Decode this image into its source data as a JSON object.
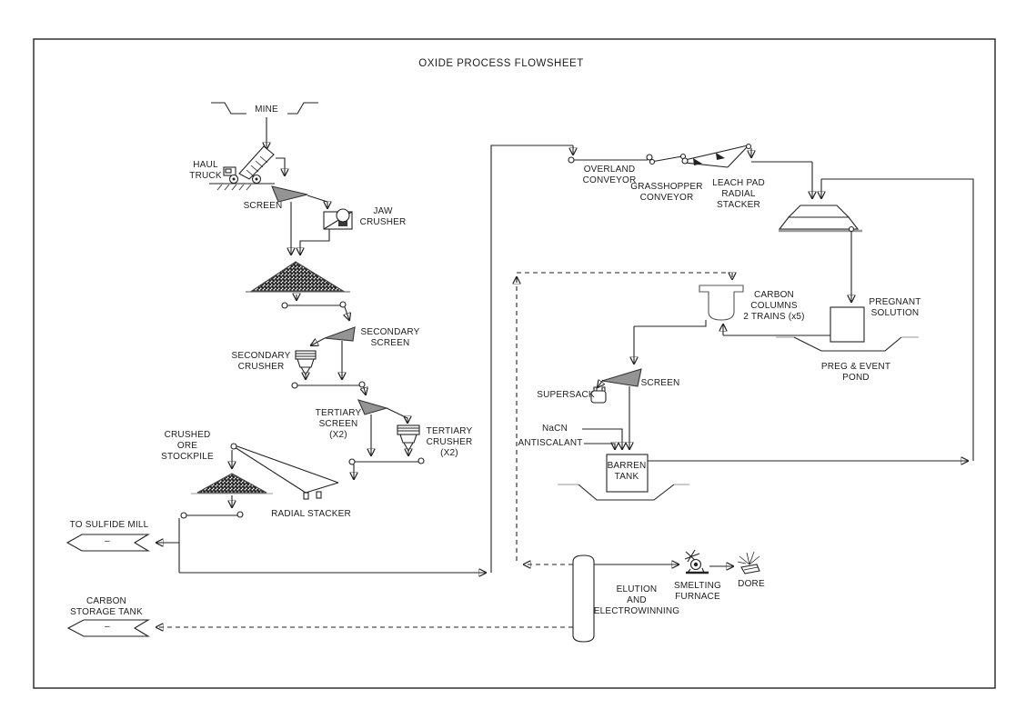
{
  "title": "OXIDE PROCESS FLOWSHEET",
  "labels": {
    "mine": "MINE",
    "haul_truck": "HAUL\nTRUCK",
    "primary_screen": "SCREEN",
    "jaw_crusher": "JAW\nCRUSHER",
    "secondary_screen": "SECONDARY\nSCREEN",
    "secondary_crusher": "SECONDARY\nCRUSHER",
    "tertiary_screen": "TERTIARY\nSCREEN\n(X2)",
    "tertiary_crusher": "TERTIARY\nCRUSHER\n(X2)",
    "crushed_ore_stockpile": "CRUSHED\nORE\nSTOCKPILE",
    "radial_stacker": "RADIAL STACKER",
    "to_sulfide_mill": "TO SULFIDE MILL",
    "sulfide_mill_connector": "–",
    "carbon_storage_tank": "CARBON\nSTORAGE TANK",
    "carbon_storage_connector": "–",
    "overland_conveyor": "OVERLAND\nCONVEYOR",
    "grasshopper_conveyor": "GRASSHOPPER\nCONVEYOR",
    "leach_pad_radial_stacker": "LEACH PAD\nRADIAL\nSTACKER",
    "carbon_columns": "CARBON\nCOLUMNS\n2 TRAINS (x5)",
    "pregnant_solution": "PREGNANT\nSOLUTION",
    "preg_event_pond": "PREG & EVENT\nPOND",
    "supersack": "SUPERSACK",
    "carbon_screen": "SCREEN",
    "nacn": "NaCN",
    "antiscalant": "ANTISCALANT",
    "barren_tank": "BARREN\nTANK",
    "elution": "ELUTION\nAND\nELECTROWINNING",
    "smelting_furnace": "SMELTING\nFURNACE",
    "dore": "DORE"
  },
  "colors": {
    "line": "#222222",
    "accent_gray": "#9a9a9a",
    "screen_fill": "#949494",
    "background": "#ffffff"
  }
}
